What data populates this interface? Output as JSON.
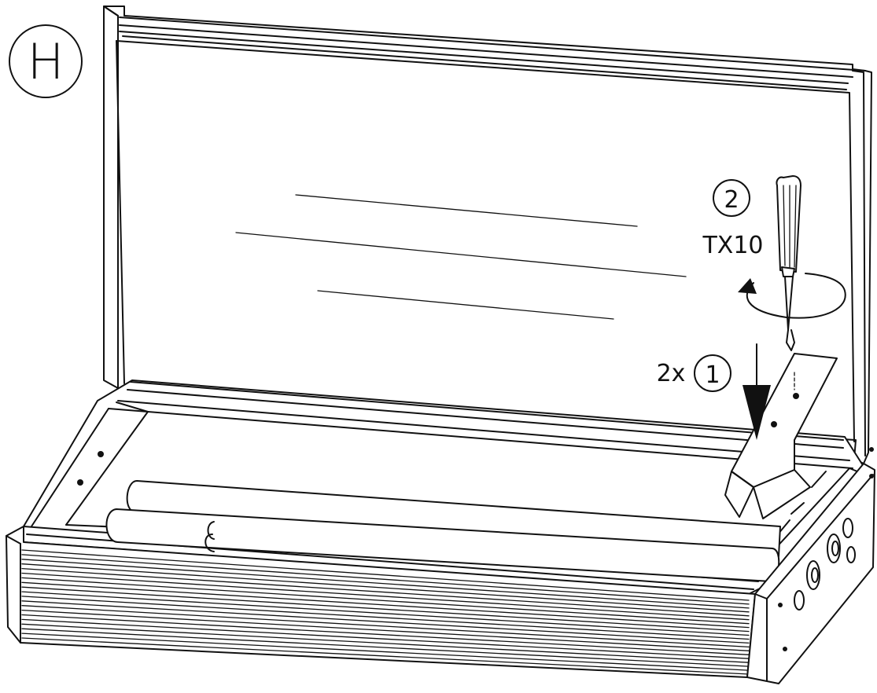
{
  "step_label": "H",
  "callouts": [
    {
      "number": "2",
      "caption": "TX10"
    },
    {
      "number": "1",
      "prefix": "2x"
    }
  ],
  "colors": {
    "line": "#111111",
    "background": "#ffffff"
  },
  "icons": [
    "screwdriver-icon",
    "rotate-arrow-icon",
    "down-arrow-icon"
  ]
}
